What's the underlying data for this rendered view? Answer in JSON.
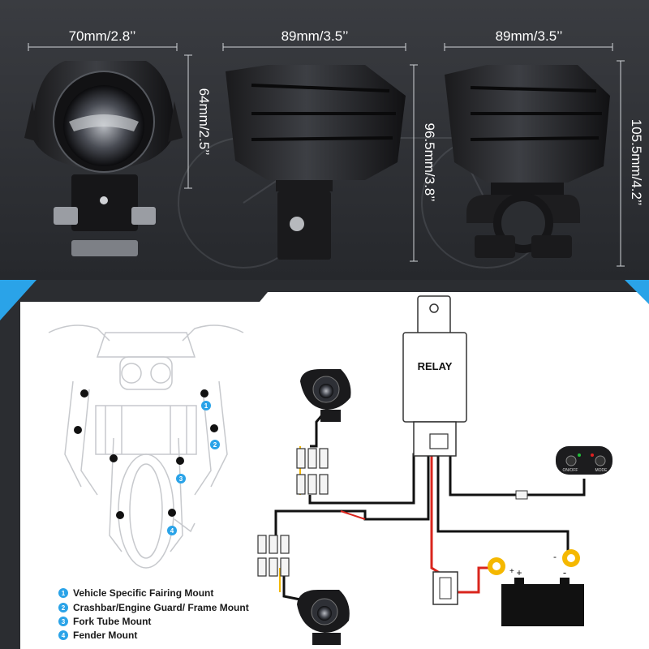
{
  "dimensions": {
    "width_1": "70mm/2.8’’",
    "width_2": "89mm/3.5’’",
    "width_3": "89mm/3.5’’",
    "height_1": "64mm/2.5’’",
    "height_2": "96.5mm/3.8’’",
    "height_3": "105.5mm/4.2’’"
  },
  "wiring": {
    "relay_label": "RELAY",
    "switch_on": "ON/OFF",
    "switch_mode": "MODE",
    "battery_plus": "+",
    "battery_minus": "-",
    "battery_plus_terminal": "+",
    "ring_minus": "-"
  },
  "mount_points": [
    {
      "num": "1"
    },
    {
      "num": "2"
    },
    {
      "num": "3"
    },
    {
      "num": "4"
    }
  ],
  "legend": [
    {
      "num": "1",
      "label": "Vehicle Specific Fairing Mount"
    },
    {
      "num": "2",
      "label": "Crashbar/Engine Guard/ Frame Mount"
    },
    {
      "num": "3",
      "label": "Fork Tube Mount"
    },
    {
      "num": "4",
      "label": "Fender Mount"
    }
  ],
  "colors": {
    "panel_top": "#2b2d31",
    "panel_bottom": "#ffffff",
    "accent_blue": "#2aa3e8",
    "wire_red": "#d9251d",
    "wire_black": "#111111",
    "wire_yellow": "#f2b705",
    "terminal_gold": "#f5b800",
    "led_green": "#22c03a",
    "led_red": "#e02020"
  }
}
